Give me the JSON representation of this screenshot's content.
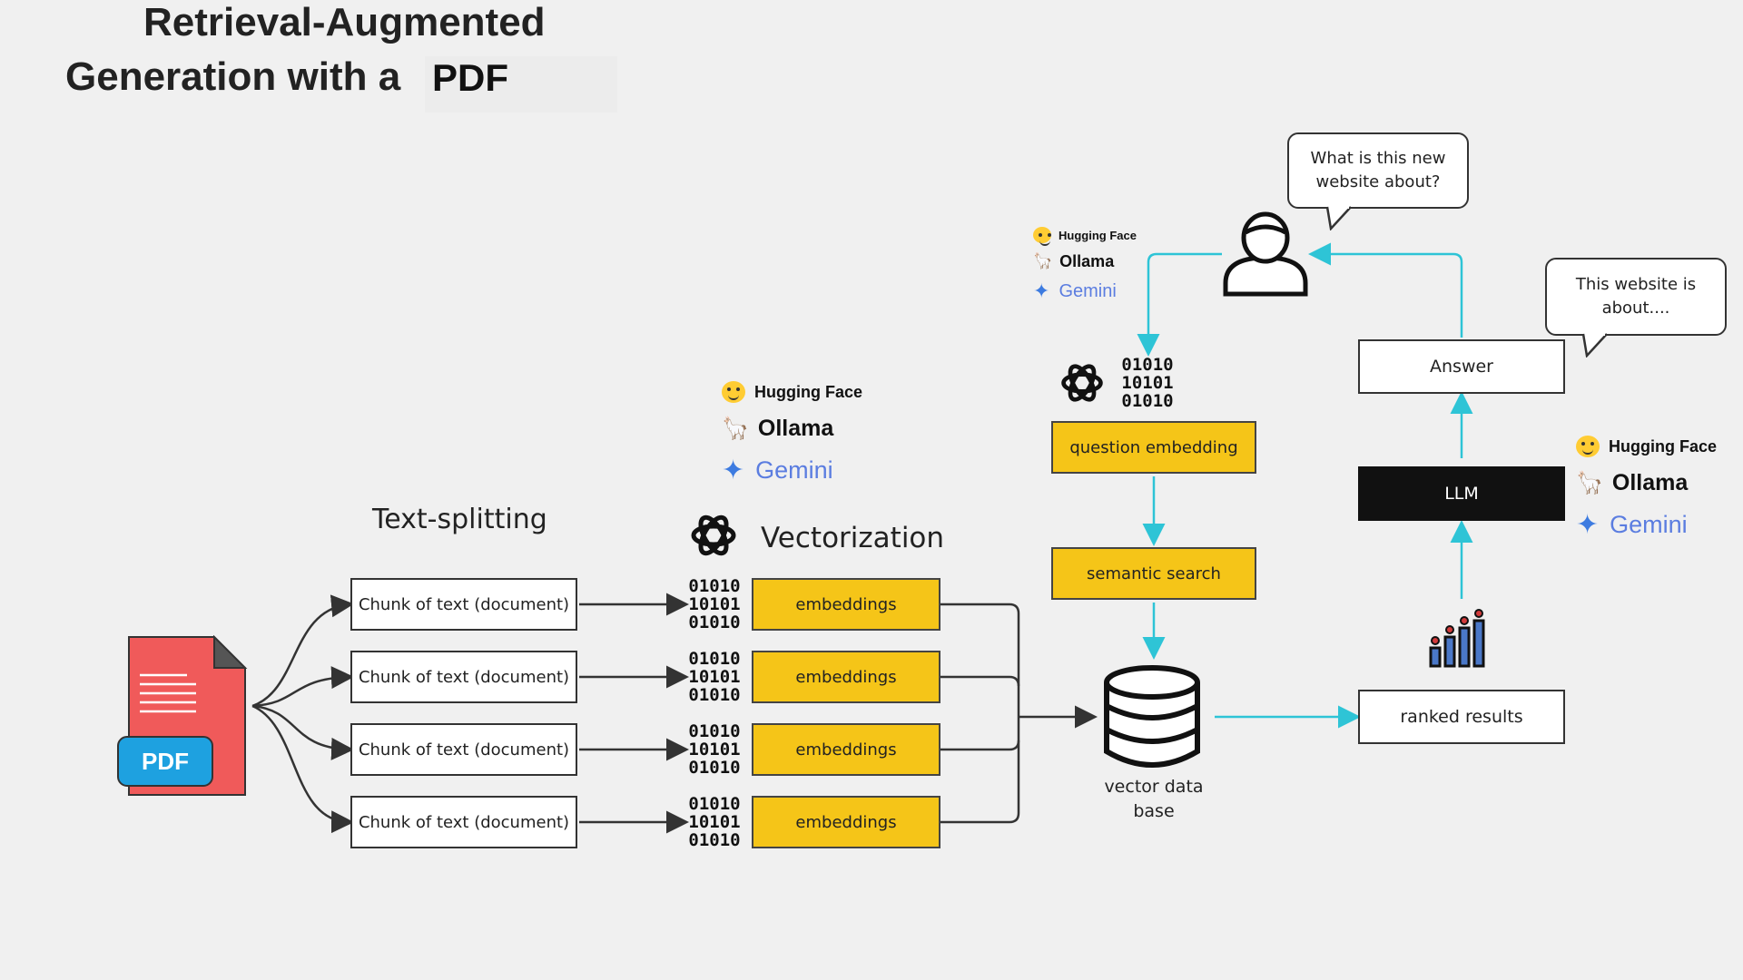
{
  "title": {
    "line1": "Retrieval-Augmented",
    "line2a": "Generation with a",
    "line2b": "PDF"
  },
  "pdf_icon": {
    "label": "PDF"
  },
  "sections": {
    "text_splitting": "Text-splitting",
    "vectorization": "Vectorization"
  },
  "chunks": [
    "Chunk of text (document)",
    "Chunk of text (document)",
    "Chunk of text (document)",
    "Chunk of text (document)"
  ],
  "embeddings": [
    "embeddings",
    "embeddings",
    "embeddings",
    "embeddings"
  ],
  "binary_glyph": "01010\n10101\n01010",
  "vector_db": {
    "label": "vector data base"
  },
  "question_embedding": "question embedding",
  "semantic_search": "semantic search",
  "ranked_results": "ranked results",
  "llm": "LLM",
  "answer": "Answer",
  "bubbles": {
    "question": "What is this new website about?",
    "answer": "This website is about...."
  },
  "providers": {
    "hugging_face": "Hugging Face",
    "ollama": "Ollama",
    "gemini": "Gemini"
  },
  "colors": {
    "accent_yellow": "#f5c518",
    "arrow_cyan": "#2ec4d6",
    "pdf_red": "#f05a5a",
    "pdf_blue": "#1ea1e0"
  },
  "icons": [
    "pdf-file-icon",
    "openai-icon",
    "user-icon",
    "database-icon",
    "bar-chart-icon",
    "hugging-face-icon",
    "ollama-icon",
    "gemini-icon"
  ]
}
